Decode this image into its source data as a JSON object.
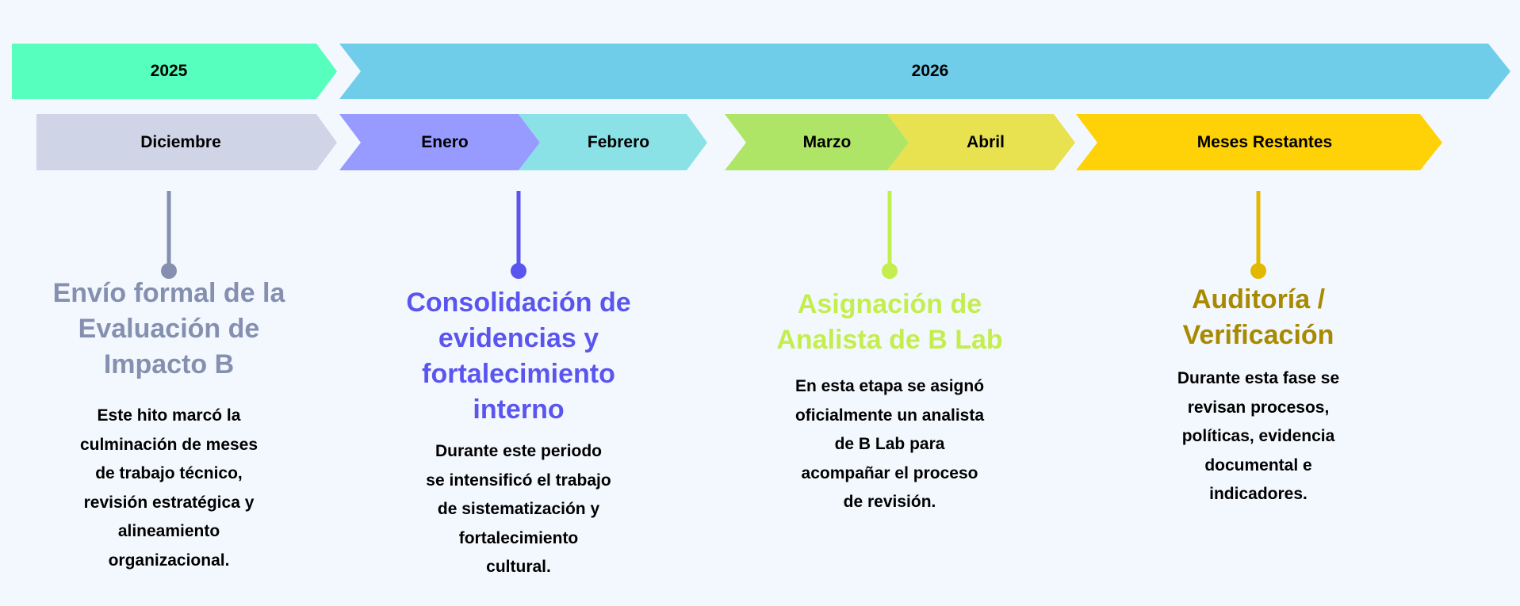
{
  "years": [
    {
      "label": "2025",
      "color": "#56ffbe"
    },
    {
      "label": "2026",
      "color": "#70cde9"
    }
  ],
  "months": [
    {
      "label": "Diciembre",
      "color": "#cfd5e7"
    },
    {
      "label": "Enero",
      "color": "#979bff"
    },
    {
      "label": "Febrero",
      "color": "#8ae2e6"
    },
    {
      "label": "Marzo",
      "color": "#aee566"
    },
    {
      "label": "Abril",
      "color": "#e8e150"
    },
    {
      "label": "Meses Restantes",
      "color": "#ffd207"
    }
  ],
  "milestones": [
    {
      "color": "#8590b0",
      "title": [
        "Envío formal de la",
        "Evaluación de",
        "Impacto B"
      ],
      "body": [
        "Este hito marcó la",
        "culminación de meses",
        "de trabajo técnico,",
        "revisión estratégica y",
        "alineamiento",
        "organizacional."
      ]
    },
    {
      "color": "#5b55ef",
      "title": [
        "Consolidación de",
        "evidencias y",
        "fortalecimiento",
        "interno"
      ],
      "body": [
        "Durante este periodo",
        "se intensificó el trabajo",
        "de sistematización y",
        "fortalecimiento",
        "cultural."
      ]
    },
    {
      "color": "#c3ee4e",
      "title": [
        "Asignación de",
        "Analista de B Lab"
      ],
      "body": [
        "En esta etapa se asignó",
        "oficialmente un analista",
        "de B Lab para",
        "acompañar el proceso",
        "de revisión."
      ]
    },
    {
      "color": "#a88a00",
      "stem_color": "#e2b900",
      "title": [
        "Auditoría /",
        "Verificación"
      ],
      "body": [
        "Durante esta fase se",
        "revisan procesos,",
        "políticas, evidencia",
        "documental e",
        "indicadores."
      ]
    }
  ]
}
